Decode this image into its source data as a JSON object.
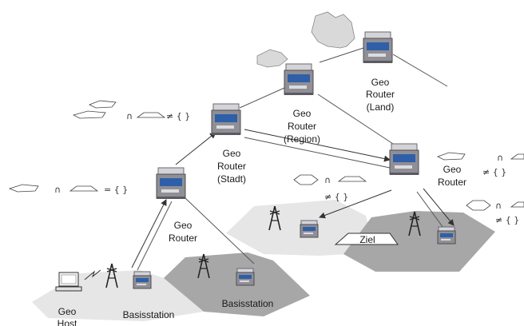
{
  "routers": {
    "land": [
      "Geo",
      "Router",
      "(Land)"
    ],
    "region": [
      "Geo",
      "Router",
      "(Region)"
    ],
    "stadt": [
      "Geo",
      "Router",
      "(Stadt)"
    ],
    "east": [
      "Geo",
      "Router"
    ],
    "local": [
      "Geo",
      "Router"
    ]
  },
  "stations": {
    "left": "Basisstation",
    "right": "Basisstation"
  },
  "host": [
    "Geo",
    "Host"
  ],
  "target": "Ziel",
  "conditions": {
    "stadt": {
      "intersect": "∩",
      "relation": "≠ { }"
    },
    "left": {
      "intersect": "∩",
      "relation": "= { }"
    },
    "mid": {
      "intersect": "∩",
      "relation": "≠ { }"
    },
    "east": {
      "intersect": "∩",
      "relation": "≠ { }"
    },
    "right": {
      "intersect": "∩",
      "relation": "≠ { }"
    }
  },
  "colors": {
    "area_light": "#e6e6e6",
    "area_dark": "#a7a7a7",
    "router_panel": "#2f5fa8",
    "map_fill": "#d9d9d9"
  }
}
